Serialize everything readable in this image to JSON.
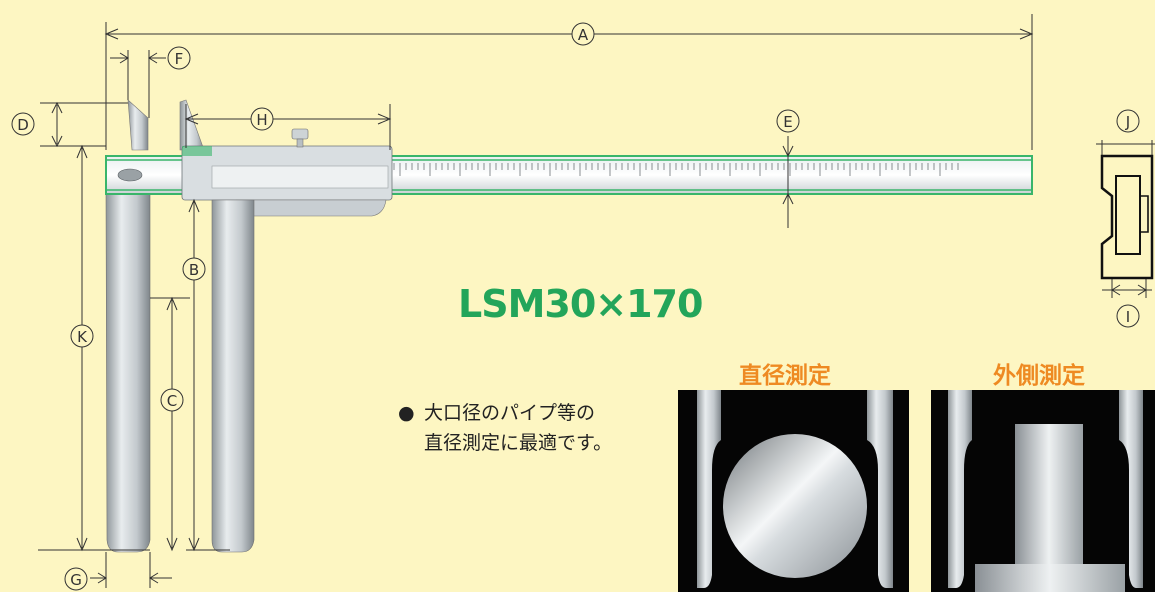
{
  "dimension_labels": {
    "A": "A",
    "B": "B",
    "C": "C",
    "D": "D",
    "E": "E",
    "F": "F",
    "G": "G",
    "H": "H",
    "I": "I",
    "J": "J",
    "K": "K"
  },
  "model": "LSM30×170",
  "feature": {
    "bullet": "●",
    "line1": "大口径のパイプ等の",
    "line2": "直径測定に最適です。"
  },
  "photos": [
    {
      "title": "直径測定"
    },
    {
      "title": "外側測定"
    }
  ],
  "colors": {
    "background": "#fdf6c2",
    "model_green": "#23a55a",
    "photo_title_orange": "#ee8a22",
    "beam_green_edge": "#39b56a",
    "steel": "#cfd4d8"
  }
}
